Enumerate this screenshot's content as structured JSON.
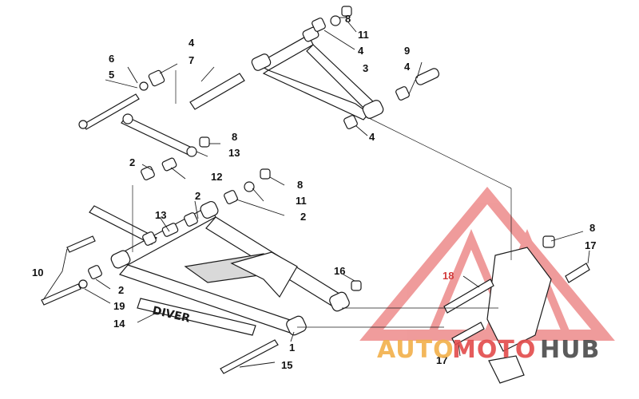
{
  "diagram": {
    "callouts": [
      {
        "id": "c8a",
        "text": "8"
      },
      {
        "id": "c11a",
        "text": "11"
      },
      {
        "id": "c4a",
        "text": "4"
      },
      {
        "id": "c3",
        "text": "3"
      },
      {
        "id": "c9",
        "text": "9"
      },
      {
        "id": "c4b",
        "text": "4"
      },
      {
        "id": "c4c",
        "text": "4"
      },
      {
        "id": "c4d",
        "text": "4"
      },
      {
        "id": "c7",
        "text": "7"
      },
      {
        "id": "c6",
        "text": "6"
      },
      {
        "id": "c5",
        "text": "5"
      },
      {
        "id": "c8b",
        "text": "8"
      },
      {
        "id": "c13a",
        "text": "13"
      },
      {
        "id": "c2a",
        "text": "2"
      },
      {
        "id": "c12",
        "text": "12"
      },
      {
        "id": "c8c",
        "text": "8"
      },
      {
        "id": "c11b",
        "text": "11"
      },
      {
        "id": "c2b",
        "text": "2"
      },
      {
        "id": "c2c",
        "text": "2"
      },
      {
        "id": "c13b",
        "text": "13"
      },
      {
        "id": "c8d",
        "text": "8"
      },
      {
        "id": "c17a",
        "text": "17"
      },
      {
        "id": "c10",
        "text": "10"
      },
      {
        "id": "c2d",
        "text": "2"
      },
      {
        "id": "c19",
        "text": "19"
      },
      {
        "id": "c14",
        "text": "14"
      },
      {
        "id": "c16",
        "text": "16"
      },
      {
        "id": "c18",
        "text": "18"
      },
      {
        "id": "c1",
        "text": "1"
      },
      {
        "id": "c15",
        "text": "15"
      },
      {
        "id": "c17b",
        "text": "17"
      }
    ]
  },
  "watermark": {
    "part_auto": "AUTO",
    "part_moto": "MOTO",
    "part_hub": "HUB",
    "color_triangle": "#e34b4b",
    "color_auto": "#f2b04a",
    "color_moto": "#e34b4b",
    "color_hub": "#4a4a4a"
  },
  "decal_text": "DIVER"
}
